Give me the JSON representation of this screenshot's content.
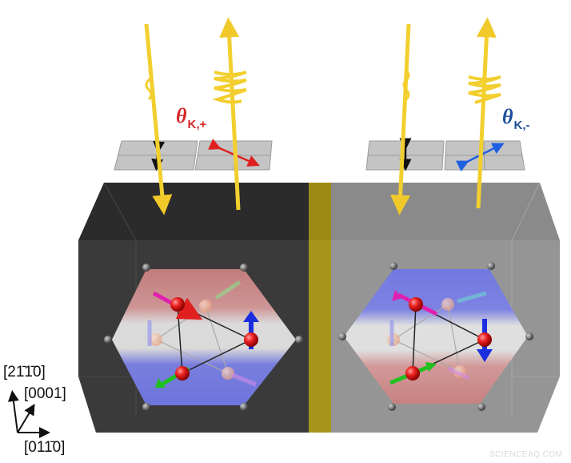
{
  "labels": {
    "theta_left": {
      "symbol": "θ",
      "subscript": "K,+"
    },
    "theta_right": {
      "symbol": "θ",
      "subscript": "K,-"
    }
  },
  "axes": {
    "direction_1": "[2̅̅110]",
    "direction_1_text": "[2̄1̄̄1̄0]",
    "vertical": "[21̄1̄0]",
    "diagonal": "[0001]",
    "horizontal": "[011̄0]"
  },
  "watermark": "SCIENCEAQ.COM",
  "colors": {
    "dark_domain": "#333333",
    "light_domain": "#8f8f8f",
    "domain_wall": "#a7951c",
    "beam": "#f2d63a",
    "atom": "#e01f1f",
    "red_band": "#d98a8a",
    "blue_band": "#7f86e6",
    "theta_plus": "#d62a2a",
    "theta_minus": "#1f4f9a"
  }
}
